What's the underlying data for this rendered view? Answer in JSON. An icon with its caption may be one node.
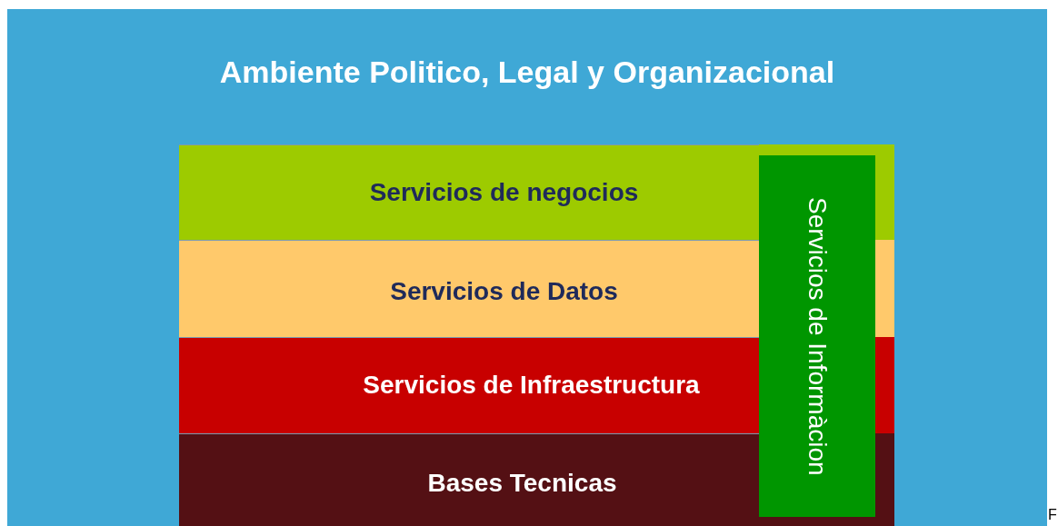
{
  "diagram": {
    "nodes": [
      {
        "text": [
          "Ambiente Politico, Legal y Organizacional"
        ]
      },
      {
        "text": [
          "Servicios de negocios"
        ],
        "in": 0
      },
      {
        "text": [
          "Servicios de Datos"
        ],
        "in": 0
      },
      {
        "text": [
          "Servicios de Infraestructura"
        ],
        "in": 0
      },
      {
        "text": [
          "Bases Tecnicas"
        ],
        "in": 0
      },
      {
        "text": [
          "Servicios de Informàcion"
        ],
        "in": 0
      }
    ],
    "labels": [
      "F"
    ]
  }
}
